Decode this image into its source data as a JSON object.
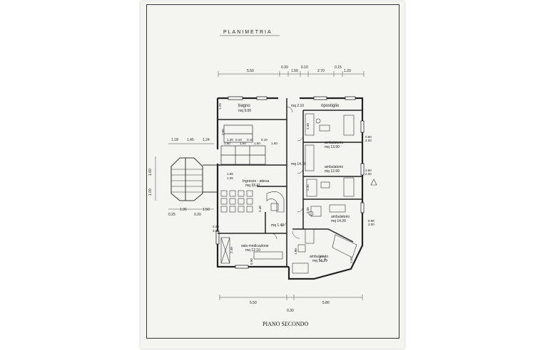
{
  "drawing": {
    "title": "PLANIMETRIA",
    "floor_label": "PIANO SECONDO",
    "rooms": [
      {
        "id": "bagno",
        "name": "bagno",
        "area": "mq 9.00"
      },
      {
        "id": "ripostiglio",
        "name": "ripostiglio",
        "area": ""
      },
      {
        "id": "ambulatorio1",
        "name": "ambulatorio",
        "area": "mq 13.90"
      },
      {
        "id": "ambulatorio2",
        "name": "ambulatorio",
        "area": "mq 12.99"
      },
      {
        "id": "ambulatorio3",
        "name": "ambulatorio",
        "area": "mq 14.26"
      },
      {
        "id": "ambulatorio4",
        "name": "ambulatorio",
        "area": "mq 14.79"
      },
      {
        "id": "ingresso",
        "name": "Ingresso - attesa",
        "area": "mq 33.41"
      },
      {
        "id": "sala",
        "name": "sala medicazione",
        "area": "mq 12.10"
      },
      {
        "id": "disimpegno",
        "name": "",
        "area": "mq 14.16"
      },
      {
        "id": "wc",
        "name": "",
        "area": "mq 1.48"
      },
      {
        "id": "corr",
        "name": "",
        "area": "mq 2.10"
      }
    ],
    "dimensions_top": [
      "5.50",
      "0.30",
      "1.50",
      "0.10",
      "2.70",
      "0.15",
      "1.20"
    ],
    "dimensions_left": [
      "1.18",
      "1.45",
      "1.24"
    ],
    "dimensions_inner": [
      "1.60",
      "0.10",
      "1.00",
      "0.10",
      "1.50",
      "0.10",
      "1.60",
      "1.30",
      "3.00"
    ],
    "dimensions_bottom": [
      "5.50",
      "0.30",
      "5.80"
    ],
    "dimensions_stair": [
      "1.60",
      "1.00",
      "1.60",
      "1.00",
      "0.25",
      "1.95",
      "1.50",
      "0.20"
    ],
    "dimensions_right": [
      "0.80",
      "2.00",
      "0.80",
      "2.00",
      "0.90",
      "2.00"
    ],
    "misc_dims": [
      "1.70",
      "2.40",
      "2.40",
      "2.40",
      "2.35",
      "2.05",
      "2.50",
      "1.80",
      "2.20",
      "3.00",
      "0.90"
    ]
  }
}
